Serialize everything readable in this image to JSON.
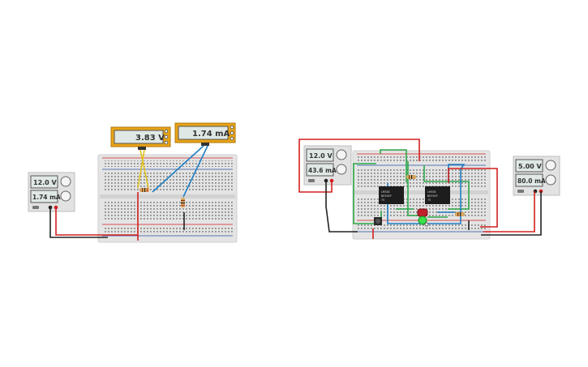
{
  "left_circuit": {
    "power_supply": {
      "voltage": "12.0 V",
      "current": "1.74 mA"
    },
    "voltmeter": {
      "reading": "3.83 V"
    },
    "ammeter": {
      "reading": "1.74 mA"
    }
  },
  "right_circuit": {
    "power_supply_left": {
      "voltage": "12.0 V",
      "current": "43.6 mA"
    },
    "power_supply_right": {
      "voltage": "5.00 V",
      "current": "80.0 mA"
    },
    "chip_1": {
      "labels": [
        "LM358",
        "NE555P",
        "75"
      ]
    },
    "chip_2": {
      "labels": [
        "LM358",
        "NE555P",
        "75"
      ]
    }
  },
  "colors": {
    "wire_red": "#d42020",
    "wire_black": "#222222",
    "wire_blue": "#1f7fc4",
    "wire_green": "#2ea84a",
    "wire_yellow": "#e2c21a",
    "meter_frame": "#e8a317",
    "led_red": "#c0202a",
    "led_green": "#39e04a"
  }
}
